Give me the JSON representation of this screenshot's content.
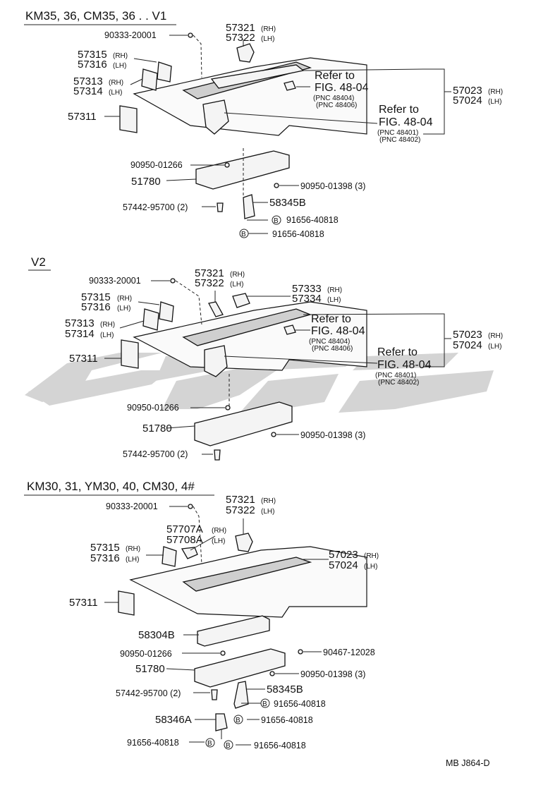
{
  "sections": [
    {
      "title": "KM35, 36, CM35, 36 . . V1",
      "labels": {
        "p90333": "90333-20001",
        "p57321": "57321",
        "p57322": "57322",
        "p57315": "57315",
        "p57316": "57316",
        "p57313": "57313",
        "p57314": "57314",
        "p57311": "57311",
        "refer1": "Refer to",
        "fig1": "FIG. 48-04",
        "pnc1a": "PNC 48404",
        "pnc1b": "PNC 48406",
        "refer2": "Refer to",
        "fig2": "FIG. 48-04",
        "pnc2a": "PNC 48401",
        "pnc2b": "PNC 48402",
        "p57023": "57023",
        "p57024": "57024",
        "p90950a": "90950-01266",
        "p51780": "51780",
        "p90950b": "90950-01398 (3)",
        "p57442": "57442-95700 (2)",
        "p58345": "58345B",
        "p91656a": "91656-40818",
        "p91656b": "91656-40818"
      }
    },
    {
      "title": "V2",
      "labels": {
        "p90333": "90333-20001",
        "p57321": "57321",
        "p57322": "57322",
        "p57333": "57333",
        "p57334": "57334",
        "p57315": "57315",
        "p57316": "57316",
        "p57313": "57313",
        "p57314": "57314",
        "p57311": "57311",
        "refer1": "Refer to",
        "fig1": "FIG. 48-04",
        "pnc1a": "PNC 48404",
        "pnc1b": "PNC 48406",
        "refer2": "Refer to",
        "fig2": "FIG. 48-04",
        "pnc2a": "PNC 48401",
        "pnc2b": "PNC 48402",
        "p57023": "57023",
        "p57024": "57024",
        "p90950a": "90950-01266",
        "p51780": "51780",
        "p90950b": "90950-01398 (3)",
        "p57442": "57442-95700 (2)"
      }
    },
    {
      "title": "KM30, 31, YM30, 40, CM30, 4#",
      "labels": {
        "p90333": "90333-20001",
        "p57321": "57321",
        "p57322": "57322",
        "p57707": "57707A",
        "p57708": "57708A",
        "p57315": "57315",
        "p57316": "57316",
        "p57023": "57023",
        "p57024": "57024",
        "p57311": "57311",
        "p58304": "58304B",
        "p90950a": "90950-01266",
        "p90467": "90467-12028",
        "p51780": "51780",
        "p90950b": "90950-01398 (3)",
        "p57442": "57442-95700 (2)",
        "p58345": "58345B",
        "p91656a": "91656-40818",
        "p58346": "58346A",
        "p91656b": "91656-40818",
        "p91656c": "91656-40818",
        "p91656d": "91656-40818"
      }
    }
  ],
  "side": {
    "rh": "(RH)",
    "lh": "(LH)"
  },
  "bolt_marker": "B",
  "footer_code": "MB  J864-D",
  "watermark_color": "#d4d4d4"
}
